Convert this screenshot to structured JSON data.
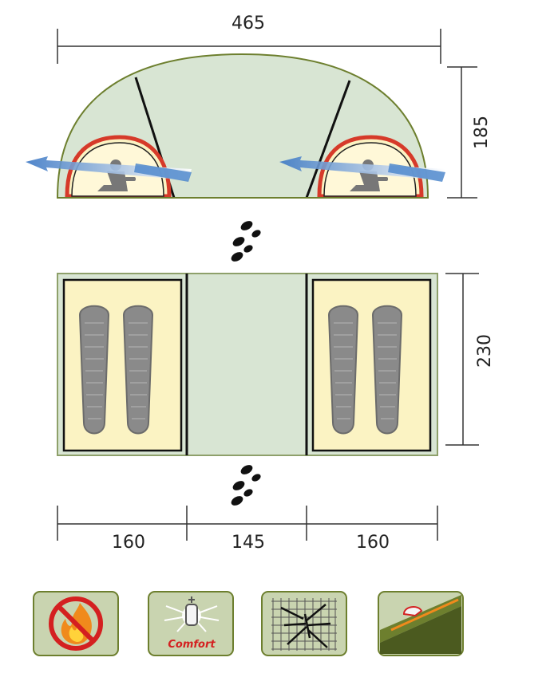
{
  "dimensions": {
    "total_length": "465",
    "height": "185",
    "width": "230",
    "segments": [
      "160",
      "145",
      "160"
    ]
  },
  "features": [
    {
      "icon": "fire-retardant-icon"
    },
    {
      "icon": "lantern-hook-icon",
      "label": "Comfort"
    },
    {
      "icon": "mosquito-net-icon"
    },
    {
      "icon": "taped-seams-icon"
    }
  ],
  "colors": {
    "tent_fill": "#d8e5d3",
    "tent_outline": "#6d7f2e",
    "sleeping_area": "#fbf3c3",
    "door_frame": "#d63a2a",
    "airflow": "#4f88cc",
    "sleeping_bag": "#8a8a8a"
  }
}
